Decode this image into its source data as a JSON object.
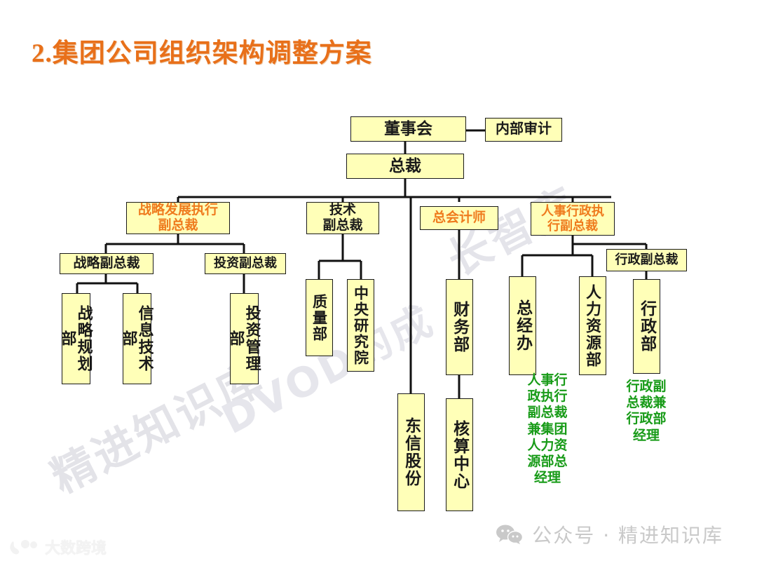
{
  "slide": {
    "title": "2.集团公司组织架构调整方案",
    "background_color": "#ffffff",
    "title_color": "#e8701a",
    "node_fill": "#ffffb8",
    "node_border": "#1a1a1a",
    "orange_text": "#ef7b1e",
    "green_text": "#189b18"
  },
  "watermark": {
    "text_a": "精进知识库",
    "text_b": "DVOD的成",
    "text_c": "长智库"
  },
  "org": {
    "nodes": {
      "board": "董事会",
      "internal_audit": "内部审计",
      "president": "总裁",
      "strategy_exec_vp": "战略发展执行\n副总裁",
      "tech_vp": "技术\n副总裁",
      "chief_accountant": "总会计师",
      "hr_admin_exec_vp": "人事行政执\n行副总裁",
      "strategy_vp": "战略副总裁",
      "investment_vp": "投资副总裁",
      "admin_vp": "行政副总裁",
      "strategy_planning_dept": "战略规划部",
      "it_dept": "信息技术部",
      "investment_mgmt_dept": "投资管理部",
      "quality_dept": "质量部",
      "central_research_inst": "中央研究院",
      "finance_dept": "财务部",
      "gm_office": "总经办",
      "hr_dept": "人力资源部",
      "admin_dept": "行政部",
      "dongxin_shares": "东信股份",
      "accounting_center": "核算中心"
    },
    "notes": {
      "hr_note": "人事行\n政执行\n副总裁\n兼集团\n人力资\n源部总\n经理",
      "admin_note": "行政副\n总裁兼\n行政部\n经理"
    }
  },
  "footer": {
    "wechat_label": "公众号 · 精进知识库",
    "brand_logo": "大数跨境"
  }
}
